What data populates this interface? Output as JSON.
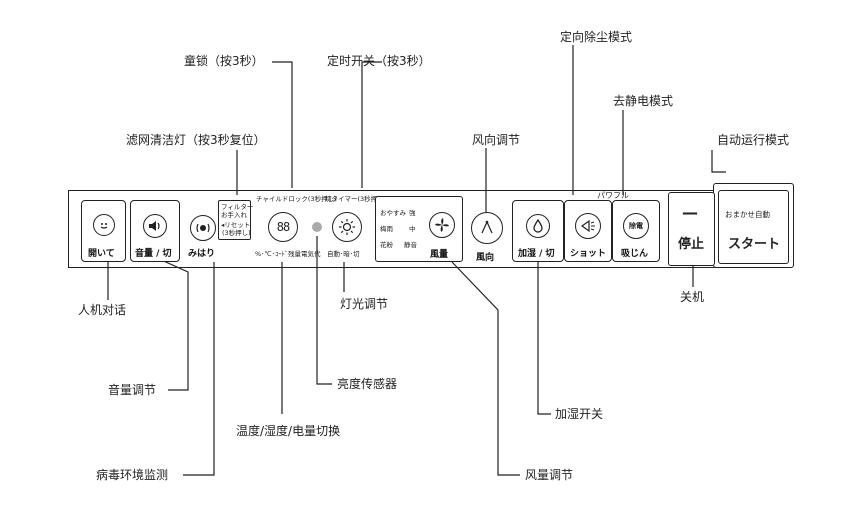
{
  "callouts": {
    "child_lock": "童锁（按3秒）",
    "timer": "定时开关（按3秒）",
    "dust_mode": "定向除尘模式",
    "static_mode": "去静电模式",
    "filter_lamp": "滤网清洁灯（按3秒复位）",
    "wind_dir": "风向调节",
    "auto_mode": "自动运行模式",
    "interaction": "人机对话",
    "light_adjust": "灯光调节",
    "power_off": "关机",
    "volume": "音量调节",
    "brightness_sensor": "亮度传感器",
    "humidify": "加湿开关",
    "temp_switch": "温度/湿度/电量切换",
    "virus_monitor": "病毒环境监测",
    "wind_volume": "风量调节"
  },
  "panel": {
    "open_label": "開いて",
    "volume_label": "音量 / 切",
    "mihari_label": "みはり",
    "filter_text": [
      "フィルター",
      "お手入れ",
      "◂リセット",
      "(3秒押し)"
    ],
    "child_lock_top": "チャイルドロック(3秒押し)",
    "timer_top": "切タイマー(3秒押し)",
    "display_digits": "88",
    "display_caption": "%･℃･ｺｰﾄﾞ残量電気代",
    "light_caption": "自動･暗･切",
    "fan_labels": [
      "おやすみ",
      "強",
      "梅雨",
      "中",
      "花粉",
      "静音"
    ],
    "fan_label": "風量",
    "wind_dir_label": "風向",
    "humid_label": "加湿 / 切",
    "shot_label": "ショット",
    "suction_label": "吸じん",
    "power_label": "パワフル",
    "static_inner": "除電",
    "stop_dash": "—",
    "stop_label": "停止",
    "auto_small": "おまかせ自動",
    "start_label": "スタート"
  }
}
